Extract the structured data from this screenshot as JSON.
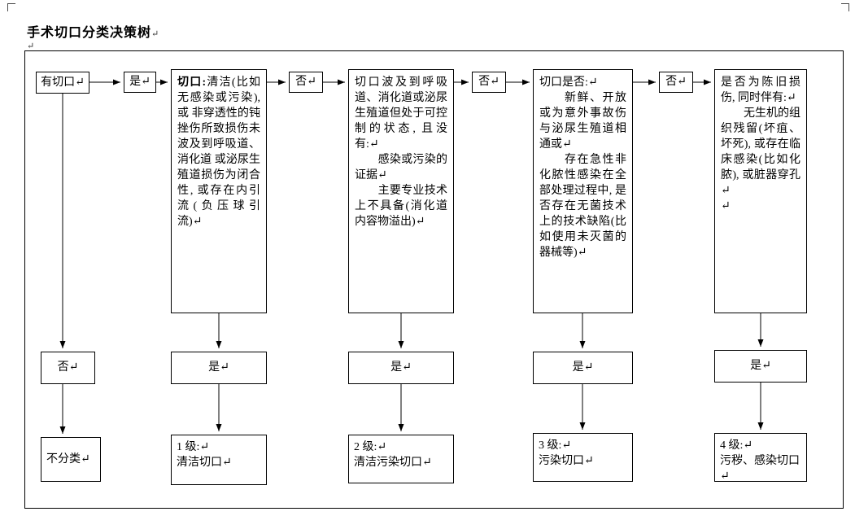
{
  "page": {
    "title": "手术切口分类决策树",
    "pilcrow": "↵"
  },
  "row_top": {
    "start": "有切口↵",
    "yes": "是↵",
    "no_1": "否↵",
    "no_2": "否↵",
    "no_3": "否↵"
  },
  "criteria": {
    "box1_lead": "切口:",
    "box1_rest": "清洁(比如无感染或污染), 或 非穿透性的钝挫伤所致损伤未波及到呼吸道、消化道 或泌尿生殖道损伤为闭合性, 或存在内引流(负压球引流)↵",
    "box2": "切口波及到呼吸道、消化道或泌尿生殖道但处于可控制的状态, 且没有:↵\n　　感染或污染的证据↵\n　　主要专业技术上不具备(消化道内容物溢出)↵",
    "box3": "切口是否:↵\n　　新鲜、开放或为意外事故伤与泌尿生殖道相通或↵\n　　存在急性非化脓性感染在全部处理过程中, 是否存在无菌技术上的技术缺陷(比如使用未灭菌的器械等)↵",
    "box4": "是否为陈旧损伤, 同时伴有:↵\n　　无生机的组织残留(坏疽、坏死), 或存在临床感染(比如化脓), 或脏器穿孔↵\n↵"
  },
  "row_mid": {
    "no": "否↵",
    "yes_1": "是↵",
    "yes_2": "是↵",
    "yes_3": "是↵",
    "yes_4": "是↵"
  },
  "results": {
    "unclassified": "不分类↵",
    "level1": "1 级:↵\n清洁切口↵",
    "level2": "2 级:↵\n清洁污染切口↵",
    "level3": "3 级:↵\n污染切口↵",
    "level4": "4 级:↵\n污秽、感染切口↵"
  },
  "colors": {
    "border": "#000000",
    "text": "#000000",
    "background": "#ffffff"
  }
}
